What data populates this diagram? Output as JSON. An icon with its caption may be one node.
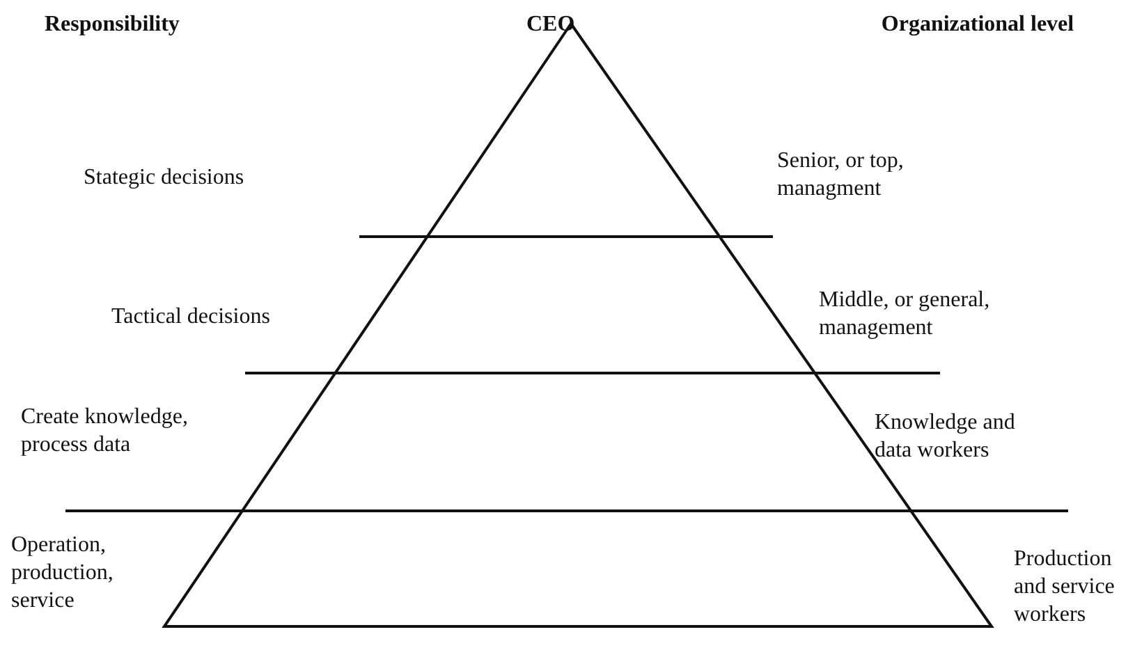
{
  "diagram": {
    "labels": [
      "Responsibility",
      "CEO",
      "Organizational level",
      "Stategic decisions",
      "Senior, or top, managment",
      "Tactical decisions",
      "Middle, or general, management",
      "Create knowledge, process data",
      "Knowledge and data workers",
      "Operation, production, service",
      "Production and service workers"
    ]
  }
}
